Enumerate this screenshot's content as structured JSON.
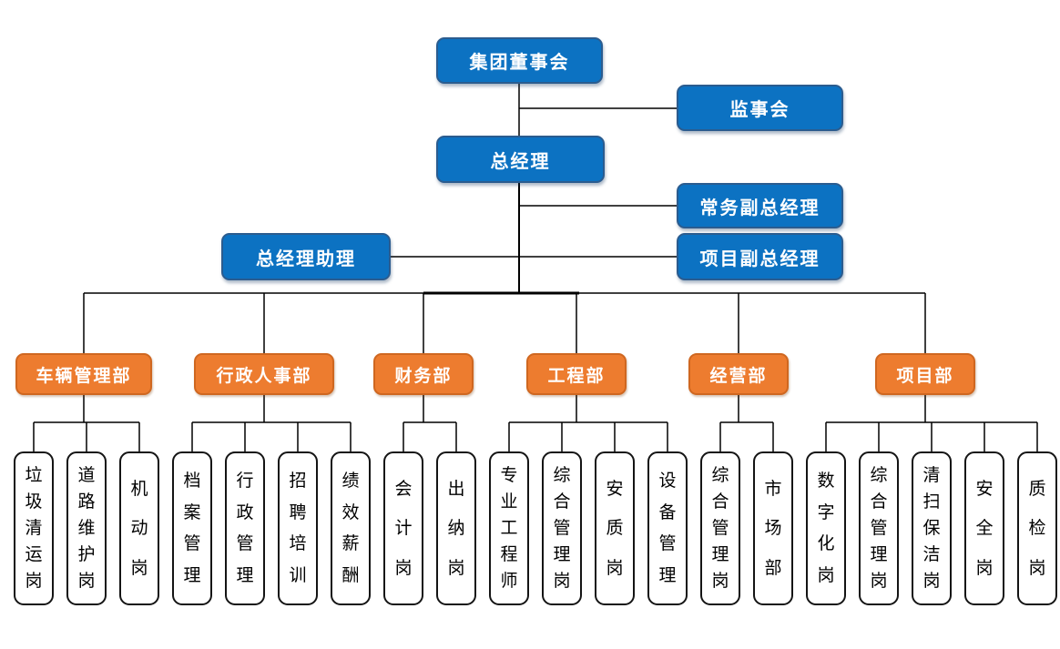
{
  "colors": {
    "node_blue": "#0C72C2",
    "node_blue_border": "#2B5C8F",
    "node_orange": "#ED7C2F",
    "node_orange_border": "#CF6720",
    "position_box_fill": "#FFFFFF",
    "position_box_border": "#141414",
    "connector_line": "#000000",
    "background": "#FFFFFF"
  },
  "executives": {
    "board": "集团董事会",
    "supervisory_board": "监事会",
    "general_manager": "总经理",
    "executive_deputy_gm": "常务副总经理",
    "gm_assistant": "总经理助理",
    "project_deputy_gm": "项目副总经理"
  },
  "departments": [
    {
      "label": "车辆管理部",
      "positions": [
        "垃圾清运岗",
        "道路维护岗",
        "机动岗"
      ]
    },
    {
      "label": "行政人事部",
      "positions": [
        "档案管理",
        "行政管理",
        "招聘培训",
        "绩效薪酬"
      ]
    },
    {
      "label": "财务部",
      "positions": [
        "会计岗",
        "出纳岗"
      ]
    },
    {
      "label": "工程部",
      "positions": [
        "专业工程师",
        "综合管理岗",
        "安质岗",
        "设备管理"
      ]
    },
    {
      "label": "经营部",
      "positions": [
        "综合管理岗",
        "市场部"
      ]
    },
    {
      "label": "项目部",
      "positions": [
        "数字化岗",
        "综合管理岗",
        "清扫保洁岗",
        "安全岗",
        "质检岗"
      ]
    }
  ]
}
